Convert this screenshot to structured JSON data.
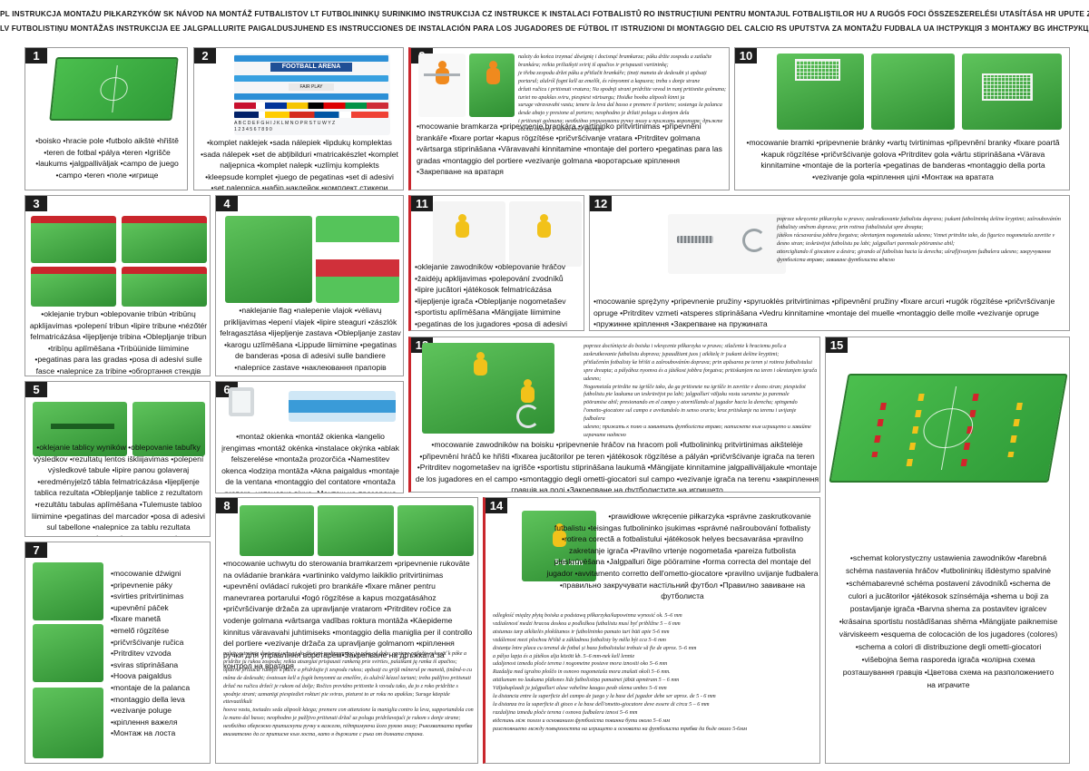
{
  "header": {
    "line1": "PL INSTRUKCJA MONTAŻU PIŁKARZYKÓW  SK NÁVOD NA MONTÁŽ FUTBALISTOV  LT FUTBOLININKŲ SURINKIMO INSTRUKCIJA  CZ INSTRUKCE K INSTALACI FOTBALISTŮ  RO INSTRUCȚIUNI PENTRU MONTAJUL FOTBALIȘTILOR  HU A RUGÓS FOCI ÖSSZESZERELÉSI UTASÍTÁSA  HR UPUTE ZA MONTAŽU NOGOMETAŠA  SI NAVODILA ZA NAMESTITEV NOGOMETAŠEV",
    "line2": "LV FUTBOLISTIŅU MONTĀŽAS INSTRUKCIJA  EE JALGPALLURITE PAIGALDUSJUHEND  ES INSTRUCCIONES DE INSTALACIÓN PARA LOS JUGADORES DE FÚTBOL  IT ISTRUZIONI DI MONTAGGIO DEL CALCIO  RS UPUTSTVA ZA MONTAŽU FUDBALA  UA ІНСТРУКЦІЯ З МОНТАЖУ  BG ИНСТРУКЦИИ ЗА МОНТАЖ НА ДЖАГА"
  },
  "steps": {
    "s1": {
      "num": "1",
      "caption": "•boisko •hracie pole •futbolo aikštė •hřiště •teren de fotbal •pálya •teren •Igrišče •laukums •jalgpalliväljak •campo de juego •campo •teren •поле •игрище"
    },
    "s2": {
      "num": "2",
      "arena": "FOOTBALL ARENA",
      "fairplay": "FAIR PLAY",
      "letters": "A B C D E F G H I J K L M N O P R S T U W Y Z",
      "digits": "1 2 3 4 5 6 7 8 9 0",
      "caption": "•komplet naklejek •sada nálepiek •lipdukų komplektas •sada nálepek •set de abțibilduri •matricakészlet •komplet naljepnica •komplet nalepk •uzlīmju komplekts •kleepsude komplet •juego de pegatinas •set di adesivi •set nalepnica •набір наклейок •комплект стикери"
    },
    "s3": {
      "num": "3",
      "caption": "•oklejanie trybun •oblepovanie tribún •tribūnų apklijavimas •polepení tribun •lipire tribune •nézőtér felmatricázása •lijepljenje tribina •Oblepljanje tribun •tribīņu aplīmēšana •Tribüünide liimimine •pegatinas para las gradas •posa di adesivi sulle fasce •nalepnice za tribine •обгортання стендів •Облицовка на трибуните"
    },
    "s4": {
      "num": "4",
      "caption": "•naklejanie flag •nalepenie vlajok •vėliavų priklijavimas •lepení vlajek •lipire steaguri •zászlók felragasztása •lijepljenje zastava •Oblepljanje zastav •karogu uzlīmēšana •Lippude liimimine •pegatinas de banderas •posa di adesivi sulle bandiere •nalepnice zastave •наклеювання прапорів •Залепване на флагове"
    },
    "s5": {
      "num": "5",
      "caption": "•oklejanie tablicy wyników •oblepovanie tabuľky výsledkov •rezultatų lentos iškliijavimas •polepení výsledkové tabule •lipire panou golaveraj •eredményjelző tábla felmatricázása •lijepljenje tablica rezultata •Oblepljanje tablice z rezultatom •rezultātu tabulas aplīmēšana •Tulemuste tabloo liimimine •pegatinas del marcador •posa di adesivi sul tabellone •nalepnice za tablu rezultata •наклеювання табло •Облицовка на таблото за резултати"
    },
    "s6": {
      "num": "6",
      "caption": "•montaż okienka •montáž okienka •langelio įrengimas •montáž okénka •instalace okýnka •ablak felszerelése •montaža prozorčića •Namestitev okenca •lodziņa montāža •Akna paigaldus •montaje de la ventana •montaggio del contatore •montaža prozora •установка вікна •Монтаж на прозореца"
    },
    "s7": {
      "num": "7",
      "items": [
        "•mocowanie dźwigni",
        "•pripevnenie páky",
        "•svirties pritvirtinimas",
        "•upevnění páček",
        "•fixare manetă",
        "•emelő rögzítése",
        "•pričvršćivanje ručica",
        "•Pritrditev vzvoda",
        "•sviras stiprināšana",
        "•Hoova paigaldus",
        "•montaje de la palanca",
        "•montaggio della leva",
        "•vezivanje poluge",
        "•кріплення важеля",
        "•Монтаж на лоста"
      ]
    },
    "s8": {
      "num": "8",
      "caption": "•mocowanie uchwytu do sterowania bramkarzem •pripevnenie rukoväte na ovládanie brankára •vartininko valdymo laikiklio pritvirtinimas •upevnění ovládací rukojeti pro brankáře •fixare mâner pentru manevrarea portarului •fogó rögzítése a kapus mozgatásához •pričvršćivanje držača za upravljanje vratarom •Pritrditev ročice za vodenje golmana •vārtsarga vadības roktura montāža •Käepideme kinnitus väravavahi juhtimiseks •montaggio della maniglia per il controllo del portiere •vezivanje držača za upravljanje golmanom •кріплення ручки для управління воротарем•Закрепване на дръжката за контрол на вратаря",
      "notes": [
        "należy ostrożnie docisnąć uchwyt do dźwigni podtrzymując ją ręką od dołu; opatrne zatlačte rukoväť k páke a pridržte ju rukou zospodu; reikia atsargiai prispausti rankeną prie svirties, palaikant ją ranka iš apačios;",
        "opatrně přitlačte rukojeť k páčce a přidržujte ji zespodu rukou; apăsați cu grijă mânerul pe manetă, ținând-o cu mâna de dedesubt; óvatosan kell a fogót benyomni az emelőre, és alulról kézzel tartani; treba pažljivo pritisnuti",
        "držač na ručicu držeći je rukom od dolje; Ročico previdno pritisnite k vzvodu tako, da jo z roko pridržite s spodnje strani; uzmanīgi piespiediet rokturi pie sviras, pieturot to ar roku no apakšas; Suruge käepide ettevaatlikult",
        "hoova vastu, toetades seda altpoolt käega; premere con attenzione la maniglia contro la leva, supportandola con la mano dal basso; neophodno je pažljivo pritisnuti držač uz polugu pridržavajući je rukom s donje strane;",
        "необхідно обережно притиснути ручку к важелю, підтримуючи його рукою знизу; Ръкохватката трябва внимателно да се притисне към лоста, като я държите с ръка от долната страна."
      ]
    },
    "s9": {
      "num": "9",
      "caption": "•mocowanie bramkarza •pripevnenie brankára •vartininko pritvirtinimas •připevnění brankáře •fixare portar •kapus rögzítése •pričvršćivanje vratara •Pritrditev golmana •vārtsarga stiprināšana •Väravavahi kinnitamine •montaje del portero •pegatinas para las gradas •montaggio del portiere •vezivanje golmana •воротарське кріплення •Закрепване на вратаря",
      "notes": [
        "należy do końca trzymać dźwignię i docisnąć bramkarza; páku držte zospodu a zatlačte brankára; reikia priliaikyti svirtį iš apačios ir prispausti vartininkę;",
        "je třeba zespodu držet páku a přitlačit brankáře; țineți maneta de dedesubt și apăsați portarul; alulról fogni kell az emelőt, és rányomni a kapusra; treba s donje strane",
        "držati ručicu i pritisnuti vratara; Na spodnji strani pridržite vzvod in nanj pritisnite golmana; turiet no apakšas sviru, piespiest vārtsargu; Hoidke hooba altpoolt kinni ja",
        "suruge väravavahi vastu; tenere la leva dal basso e premere il portiere; sostenga la palanca desde abajo y presione al portero; neophodno je držati polugu u donjem delu",
        "i pritisnuti golmana; необхідно утримувати ручку знизу и прижать воротаря; дръжте лоста отдолу и натиснете вратаря"
      ]
    },
    "s10": {
      "num": "10",
      "caption": "•mocowanie bramki •pripevnenie bránky •vartų tvirtinimas •připevnění branky •fixare poartă •kapuk rögzítése •pričvršćivanje golova •Pritrditev gola •vārtu stiprināšana •Värava kinnitamine •montaje de la portería •pegatinas de banderas •montaggio della porta •vezivanje gola •кріплення цілі •Монтаж на вратата"
    },
    "s11": {
      "num": "11",
      "caption": "•oklejanie zawodników •oblepovanie hráčov •žaidėjų apklijavimas •polepování zvodníků •lipire jucători •játékosok felmatricázása •lijepljenje igrača •Oblepljanje nogometašev •sportistu aplīmēšana •Mängijate liimimine •pegatinas de los jugadores •posa di adesivi sugli ometti-giocatori •nalepnice za igrače •плеєри •Залепване на състезателите"
    },
    "s12": {
      "num": "12",
      "caption": "•mocowanie sprężyny •pripevnenie pružiny •spyruoklės pritvirtinimas •připevnění pružiny •fixare arcuri •rugók rögzítése •pričvršćivanje opruge •Pritrditev vzmeti •atsperes stiprināšana •Vedru kinnitamine •montaje del muelle •montaggio delle molle •vezivanje opruge •пружинне кріплення •Закрепване на пружината",
      "notes": [
        "poprzez wkręcenie piłkarzyka w prawo; zaskrutkovanie futbalistu doprava; įsukant futbolininką dešine kryptimi; zašroubováním fotbalisty směrem doprava; prin rotirea fotbalistului spre dreapta;",
        "játékos rácsavarása jobbra forgatva; okretanjem nogometaša udesno; Vzmet pritrdite tako, da figurico nogometaša zavrtite v desno stran; ieskrūvējot futbolistu pa labi; jalgpalluri paremale pööramise abil;",
        "attorcigliando il giocatore a destra; girando al futbolista hacia la derecha; ušrafljivanjem fudbalera udesno; закручування футболіста вправо; завиване футболиста вдясно"
      ]
    },
    "s13": {
      "num": "13",
      "caption": "•mocowanie zawodników na boisku •pripevnenie hráčov na hracom poli •futbolininkų pritvirtinimas aikštelėje •připevnění hráčů ke hřišti •fixarea jucătorilor pe teren •játékosok rögzítése a pályán •pričvršćivanje igrača na teren •Pritrditev nogometašev na igrišče •sportistu stiprināšana laukumā •Mängijate kinnitamine jalgpalliväljakule •montaje de los jugadores en el campo •smontaggio degli ometti-giocatori sul campo •vezivanje igrača na terenu •закріплення гравців на полі •Закрепване на футболистите на игрището",
      "notes": [
        "poprzez dociśnięcie do boiska i wkręcenie piłkarzyka w prawo; stlačenie k hraciemu poľu a zaskrutkovanie futbalistu doprava; įspaudžiant juos į aikštelę ir įsukant dešine kryptimi;",
        "přitlačením fotbalisty ke hřišti a zašroubováním doprava; prin apăsarea pe teren și rotirea fotbalistului spre dreapta; a pályához nyomva és a játékost jobbra forgatva; pritiskanjem na teren i okretanjem igrača udesno;",
        "Nogometaša pritrdite na igrišče tako, da ga pritisnete na igrišče in zavrtite v desno stran; piespiežot futbolistu pie laukuma un ieskrūvējot pa labi; jalgpalluri väljaku vastu surumise ja paremale",
        "pööramise abil; presionando en el campo y atornillando al jugador hacia la derecha; spingendo l'ometto-giocatore sul campo e avvitandolo in senso orario; kroz pritiskanje na terenu i uvijanje fudbalera",
        "udesno; прижать к полю и завинтить футболіста вправо; натиснете към игрището и завийте играчите надясно"
      ]
    },
    "s14": {
      "num": "14",
      "distance": "5-6 mm",
      "caption": "•prawidłowe wkręcenie piłkarzyka •správne zaskrutkovanie futbalistu •teisingas futbolininko įsukimas •správné našroubování fotbalisty •rotirea corectă a fotbalistului •játékosok helyes becsavarása •pravilno zakretanje igrača •Pravilno vrtenje nogometaša •pareiza futbolista pieskrūvēšana •Jalgpalluri õige pööramine •forma correcta del montaje del jugador •avvitamento corretto dell'ometto-giocatore •pravilno uvijanje fudbalera •правильно закручувати настільний футбол •Правилно завиване на футболиста",
      "notes": [
        "odległość między płytą boiska a podstawą piłkarzyka/kapowinna wynosić ok. 5–6 mm",
        "vzdialenosť medzi hracou doskou a podložkou futbalistu musí byť približne 5 – 6 mm",
        "atstumas tarp aikštelės plokštumos ir futbolininko pamato turi būti apie 5-6 mm",
        "vzdálenost mezi plochou hřiště a základnou fotbalisty by měla být cca 5–6 mm",
        "distanța între placa cu terenul de fotbal și baza fotbalistului trebuie să fie de aprox. 5–6 mm",
        "a pálya lapja és a játékos alja között kb. 5–6 mm-nek kell lennie",
        "udaljenost između ploče terena i nogometne postave mora iznositi oko 5–6 mm",
        "Razdalja med igralno ploščo in osnovo nogometaša mora znašati okoli 5–6 mm.",
        "attālumam no laukuma plāksnes līdz futbolistiņa pamatnei jābūt apmēram 5 – 6 mm",
        "Väljakuplaadi ja jalgpalluri aluse vaheline kaugus peab olema umbes 5–6 mm",
        "la distancia entre la superficie del campo de juego y la base del jugador debe ser aprox. de 5 - 6 mm",
        "la distanza tra la superficie di gioco e la base dell'ometto-giocatore deve essere di circa 5 – 6 mm",
        "razdaljina između ploče terena i osnova fudbalera iznosi 5–6 mm",
        "відстань між полем и основанием футболіста повинна бути около 5–6 мм",
        "разстоянието между повърхността на игрището и основата на футболиста трябва да бъде около 5-6мм"
      ]
    },
    "s15": {
      "num": "15",
      "caption": "•schemat kolorystyczny ustawienia zawodników •farebná schéma nastavenia hráčov •futbolininkų išdėstymo spalvinė •schémabarevné schéma postavení závodníků •schema de culori a jucătorilor •játékosok színsémája •shema u boji za postavljanje igrača •Barvna shema za postavitev igralcev •krāsaina sportistu nostādīšanas shēma •Mängijate paiknemise värviskeem •esquema de colocación de los jugadores (colores) •schema a colori di distribuzione degli ometti-giocatori •višebojna šema rasporeda igrača •колірна схема розташування гравців •Цветова схема на разположението на играчите"
    }
  }
}
